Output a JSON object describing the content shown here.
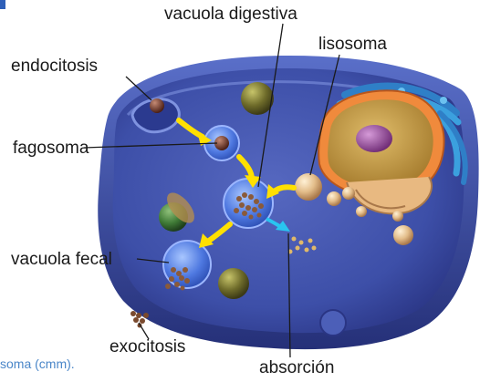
{
  "labels": {
    "vacuola_digestiva": "vacuola digestiva",
    "lisosoma": "lisosoma",
    "endocitosis": "endocitosis",
    "fagosoma": "fagosoma",
    "vacuola_fecal": "vacuola fecal",
    "exocitosis": "exocitosis",
    "absorcion": "absorción"
  },
  "caption": "soma (cmm).",
  "colors": {
    "cytoplasm": "#3d4fa8",
    "membrane": "#6f86d6",
    "arrow": "#ffe000",
    "absorption_arrow": "#29c5f0",
    "lysosome": "#e3bd8a",
    "golgi": "#3ba0de",
    "er": "#f08a3c",
    "nucleus": "#c79a3f",
    "nucleolus": "#9b4aa0",
    "caption": "#4a86c8"
  }
}
